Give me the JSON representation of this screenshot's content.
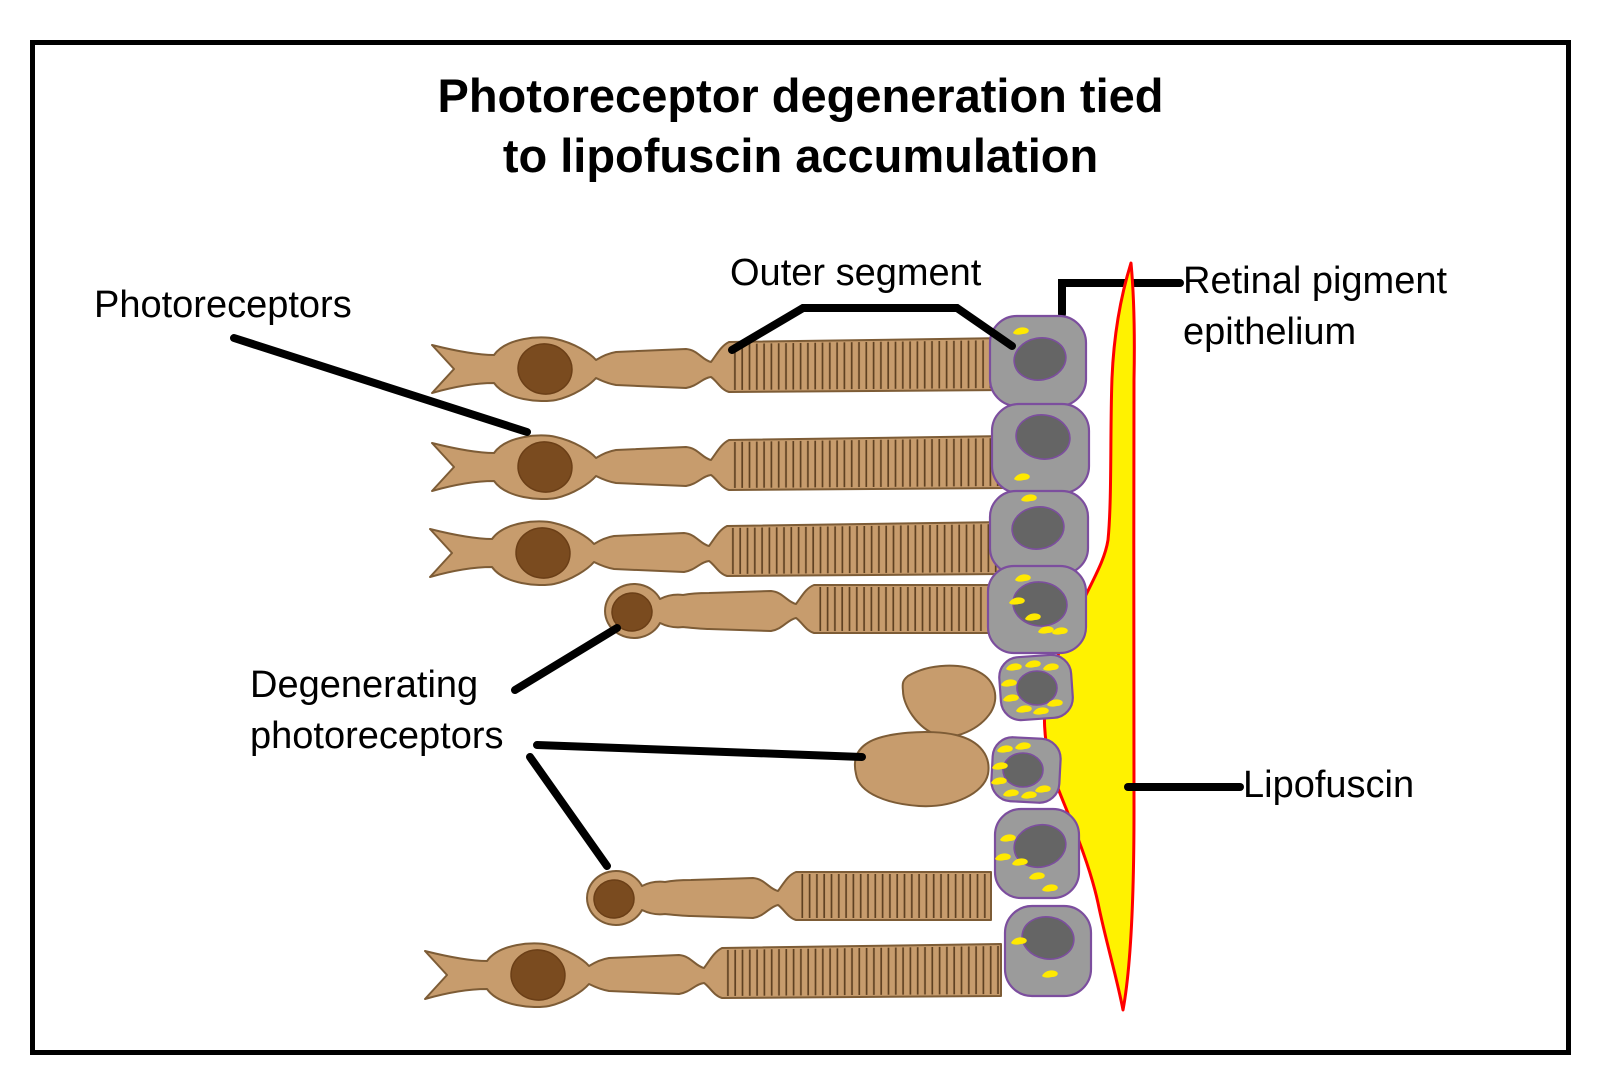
{
  "title": {
    "line1": "Photoreceptor degeneration tied",
    "line2": "to lipofuscin accumulation"
  },
  "labels": {
    "photoreceptors": "Photoreceptors",
    "outer_segment": "Outer segment",
    "rpe_line1": "Retinal pigment",
    "rpe_line2": "epithelium",
    "degenerating_line1": "Degenerating",
    "degenerating_line2": "photoreceptors",
    "lipofuscin": "Lipofuscin"
  },
  "colors": {
    "background": "#FFFFFF",
    "border": "#000000",
    "text": "#000000",
    "leader_line": "#000000",
    "photoreceptor_fill": "#C79C6D",
    "photoreceptor_outline": "#7D5C36",
    "nucleus_fill": "#7A4B1F",
    "striation": "#5F4122",
    "rpe_fill": "#9B9B9B",
    "rpe_outline": "#7C4E9E",
    "rpe_nucleus": "#656565",
    "granule": "#FFE900",
    "lipofuscin_fill": "#FFF200",
    "lipofuscin_outline": "#FF0000"
  }
}
